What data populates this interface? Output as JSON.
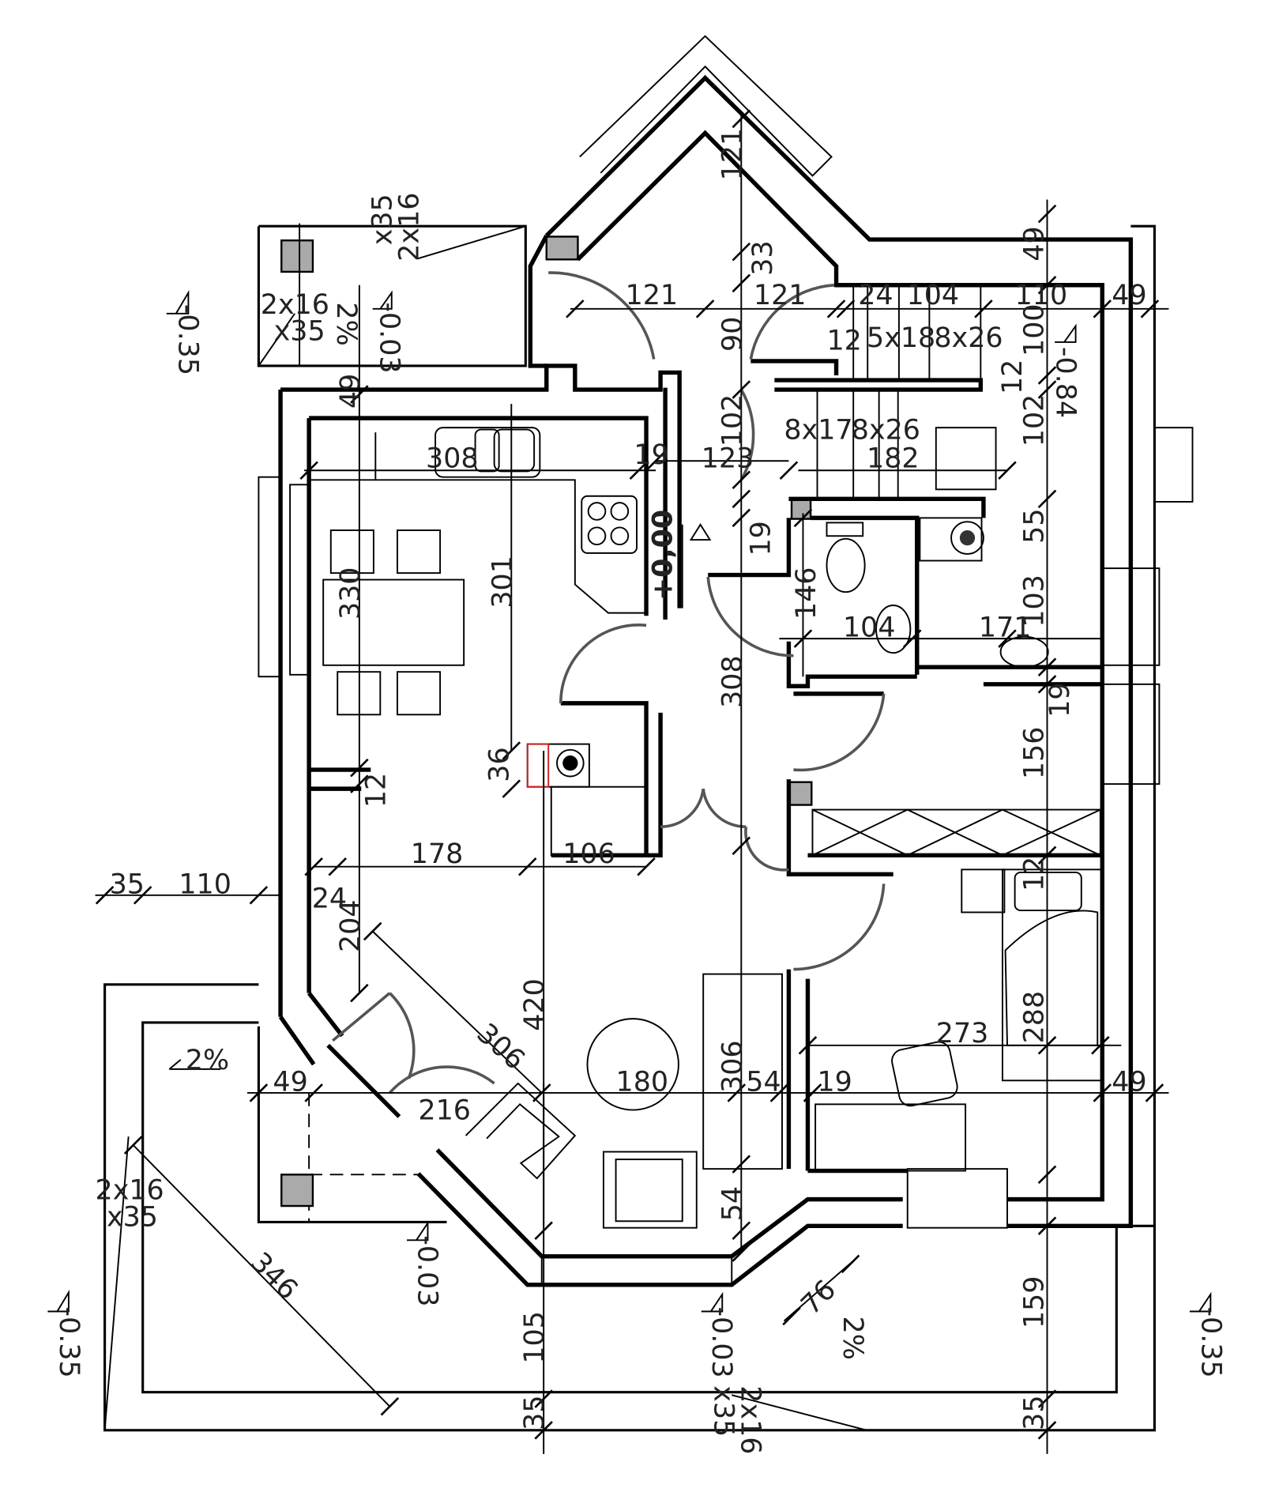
{
  "plan": {
    "level_main": "+0,00",
    "levels": {
      "left_top": "-0.35",
      "left_bottom": "-0.35",
      "right_bottom": "-0.35",
      "porch_top": "-0.03",
      "terrace_bottom": "-0.03",
      "bay_bottom": "-0.03",
      "stair_side": "-0.84"
    },
    "slopes": [
      "2%",
      "2%",
      "2%"
    ],
    "columns": [
      "2x16",
      "x35",
      "2x16",
      "x35",
      "2x16",
      "x35",
      "2x16",
      "x35"
    ],
    "dimensions": {
      "d121a": "121",
      "d121b": "121",
      "d121c": "121",
      "d33": "33",
      "d90": "90",
      "d24a": "24",
      "d104a": "104",
      "d110a": "110",
      "d49a": "49",
      "d49b": "49",
      "d100": "100",
      "d12a": "12",
      "d12b": "12",
      "d5x18": "5x18",
      "d8x26a": "8x26",
      "d102a": "102",
      "d102b": "102",
      "d8x17": "8x17",
      "d8x26b": "8x26",
      "d182": "182",
      "d123": "123",
      "d19a": "19",
      "d308a": "308",
      "d49c": "49",
      "d55": "55",
      "d19b": "19",
      "d330": "330",
      "d301": "301",
      "d146": "146",
      "d104b": "104",
      "d171": "171",
      "d103": "103",
      "d308b": "308",
      "d19c": "19",
      "d156": "156",
      "d36": "36",
      "d12c": "12",
      "d178": "178",
      "d106": "106",
      "d35a": "35",
      "d110b": "110",
      "d24b": "24",
      "d12d": "12",
      "d204": "204",
      "d288": "288",
      "d420": "420",
      "d306a": "306",
      "d273": "273",
      "d49d": "49",
      "d180": "180",
      "d306b": "306",
      "d54a": "54",
      "d19d": "19",
      "d49e": "49",
      "d216": "216",
      "d54b": "54",
      "d346": "346",
      "d76": "76",
      "d105": "105",
      "d159": "159",
      "d35b": "35",
      "d35c": "35"
    }
  }
}
